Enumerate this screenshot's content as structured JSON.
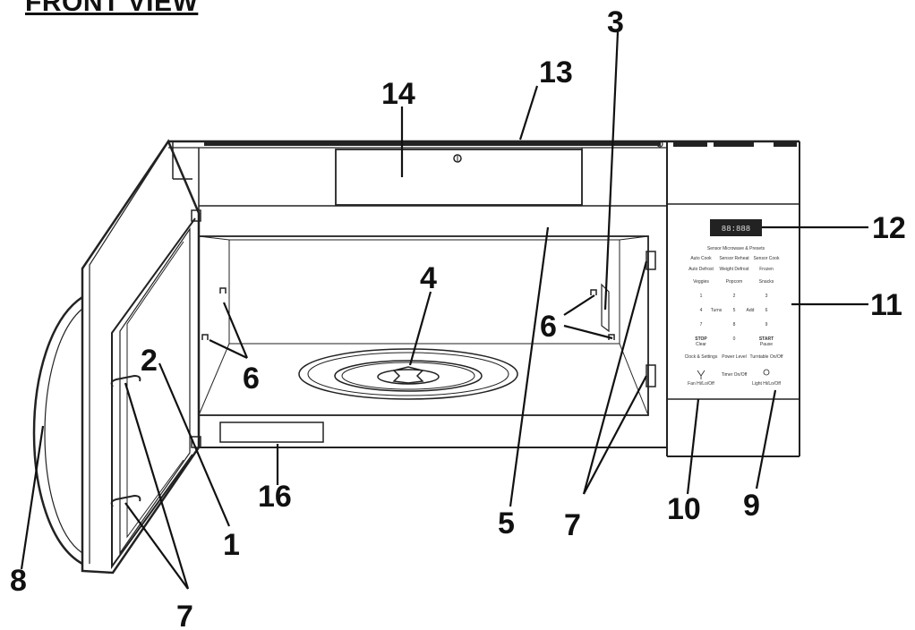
{
  "title": "FRONT VIEW",
  "callouts": {
    "n1": "1",
    "n2": "2",
    "n3": "3",
    "n4": "4",
    "n5": "5",
    "n6": "6",
    "n7": "7",
    "n8": "8",
    "n9": "9",
    "n10": "10",
    "n11": "11",
    "n12": "12",
    "n13": "13",
    "n14": "14",
    "n16": "16"
  },
  "control_panel": {
    "heading": "Sensor Microwave & Presets",
    "row1": [
      "Auto Cook",
      "Sensor Reheat",
      "Sensor Cook"
    ],
    "row2": [
      "Auto Defrost",
      "Weight Defrost",
      "Frozen"
    ],
    "row3": [
      "Veggies",
      "Popcorn",
      "Snacks"
    ],
    "keys": [
      "1",
      "2",
      "3",
      "4",
      "5",
      "6",
      "7",
      "8",
      "9",
      "0"
    ],
    "key_sub_4": "Turns",
    "key_sub_6": "Add",
    "stop": "STOP",
    "stop_sub": "Clear",
    "start": "START",
    "start_sub": "Pause",
    "row5": [
      "Clock & Settings",
      "Power Level",
      "Turntable On/Off"
    ],
    "row6": [
      "Fan Hi/Lo/Off",
      "Timer On/Off",
      "Light Hi/Lo/Off"
    ]
  }
}
